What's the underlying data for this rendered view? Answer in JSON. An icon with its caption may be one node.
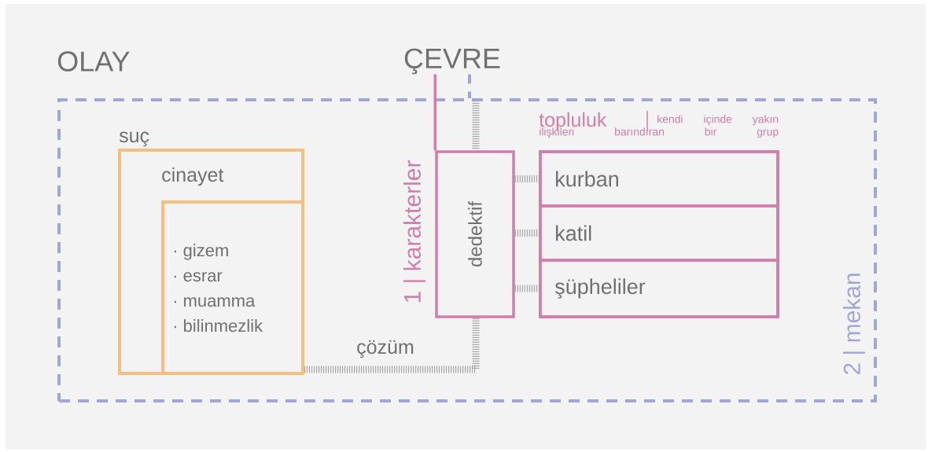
{
  "diagram": {
    "nodes": [
      {
        "text": [
          "ÇEVRE"
        ]
      },
      {
        "text": [
          "2 | mekan"
        ]
      },
      {
        "text": [
          "suç",
          "cinayet"
        ],
        "in": 1
      },
      {
        "text": [
          "· gizem",
          "· esrar",
          "· muamma",
          "· bilinmezlik"
        ],
        "in": 2
      },
      {
        "text": [
          "dedektif"
        ],
        "beside": [
          "1 | karakterler"
        ],
        "in": 1
      },
      {
        "text": [
          "topluluk",
          "kendi içinde yakın ilişkileri barındıran bir grup"
        ],
        "in": 1
      },
      {
        "text": [
          "kurban"
        ],
        "in": 5
      },
      {
        "text": [
          "katil"
        ],
        "in": 5
      },
      {
        "text": [
          "şüpheliler"
        ],
        "in": 5
      }
    ],
    "edges": [
      {
        "from": 0,
        "to": 1,
        "arrow": "none",
        "style": "dashed",
        "color": "#a0a6d8"
      },
      {
        "from": 0,
        "to": 4,
        "arrow": "none",
        "color": "#d17fa9"
      },
      {
        "from": 1,
        "to": 4,
        "arrow": "none",
        "style": "dashed"
      },
      {
        "from": 4,
        "to": 6,
        "arrow": "none",
        "style": "dashed"
      },
      {
        "from": 4,
        "to": 7,
        "arrow": "none",
        "style": "dashed"
      },
      {
        "from": 4,
        "to": 8,
        "arrow": "none",
        "style": "dashed"
      },
      {
        "from": 3,
        "to": 4,
        "arrow": "none",
        "style": "dashed",
        "label": "çözüm"
      }
    ],
    "labels": [
      "OLAY"
    ]
  }
}
